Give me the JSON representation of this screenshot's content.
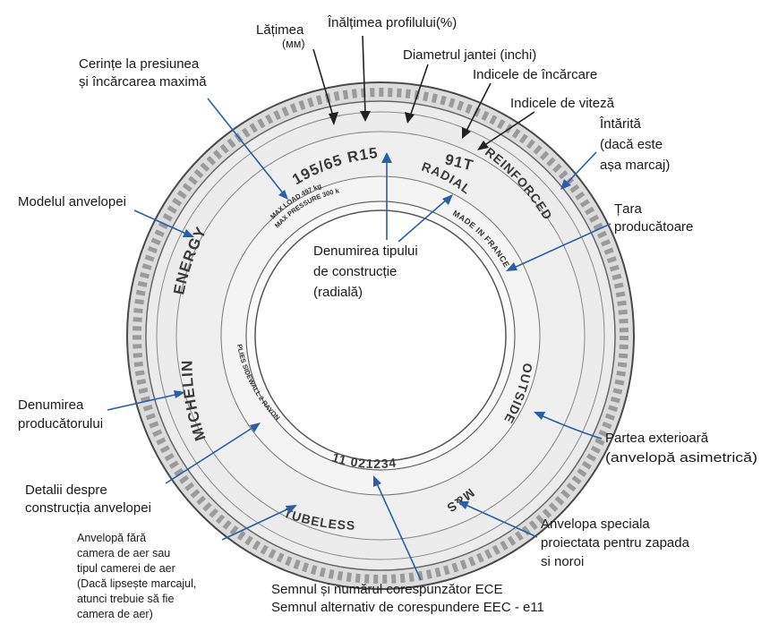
{
  "labels": {
    "latimea": "Lățimea",
    "latimea_unit": "(мм)",
    "inaltimea": "Înălțimea profilului(%)",
    "diametrul": "Diametrul jantei (inchi)",
    "indice_incarcare": "Indicele de încărcare",
    "indice_viteza": "Indicele de viteză",
    "intarita": [
      "Întărită",
      "(dacă este",
      "așa marcaj)"
    ],
    "cerinte": [
      "Cerințe la presiunea",
      "și încărcarea maximă"
    ],
    "modelul": "Modelul anvelopei",
    "tara": [
      "Țara",
      "producătoare"
    ],
    "tipul": [
      "Denumirea tipului",
      "de construcție",
      "(radială)"
    ],
    "producator": [
      "Denumirea",
      "producătorului"
    ],
    "exterioara": [
      "Partea exterioară",
      "(anvelopă asimetrică)"
    ],
    "detalii": [
      "Detalii despre",
      "construcția anvelopei"
    ],
    "speciala": [
      "Anvelopa speciala",
      "proiectata pentru zapada",
      "si noroi"
    ],
    "fara_camera": [
      "Anvelopă fără",
      "camera de aer sau",
      "tipul camerei de aer",
      "(Dacă lipsește marcajul,",
      "atunci trebuie să fie",
      "camera de aer)"
    ],
    "ece": [
      "Semnul și numărul corespunzător ECE",
      "Semnul alternativ de corespundere EEC - e11"
    ]
  },
  "tire": {
    "size": "195/65 R15",
    "load_speed": "91T",
    "radial": "RADIAL",
    "reinforced": "REINFORCED",
    "made_in": "MADE IN FRANCE",
    "outside": "OUTSIDE",
    "ms": "M&S",
    "tubeless": "TUBELESS",
    "ece_code": "11 021234",
    "plies": "PLIES SIDEWALL 2 RAYON",
    "michelin": "MICHELIN",
    "energy": "ENERGY",
    "max_load": "MAX LOAD 497 kg",
    "max_pressure": "MAX PRESSURE 300 kPa"
  },
  "colors": {
    "arrow": "#2a5fa8",
    "tire_fill": "#e9e9e9",
    "tire_stroke": "#555555"
  }
}
